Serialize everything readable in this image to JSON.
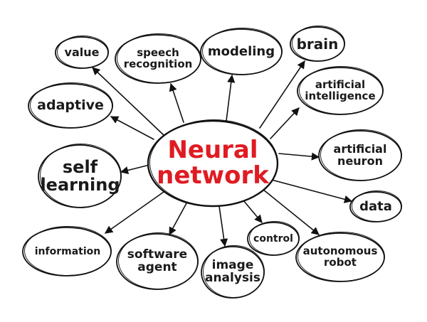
{
  "diagram": {
    "center": {
      "label": "Neural\nnetwork"
    },
    "nodes": [
      {
        "id": "value",
        "label": "value"
      },
      {
        "id": "speech-recognition",
        "label": "speech\nrecognition"
      },
      {
        "id": "modeling",
        "label": "modeling"
      },
      {
        "id": "brain",
        "label": "brain"
      },
      {
        "id": "adaptive",
        "label": "adaptive"
      },
      {
        "id": "artificial-intelligence",
        "label": "artificial\nintelligence"
      },
      {
        "id": "artificial-neuron",
        "label": "artificial\nneuron"
      },
      {
        "id": "self-learning",
        "label": "self\nlearning"
      },
      {
        "id": "data",
        "label": "data"
      },
      {
        "id": "information",
        "label": "information"
      },
      {
        "id": "software-agent",
        "label": "software\nagent"
      },
      {
        "id": "control",
        "label": "control"
      },
      {
        "id": "image-analysis",
        "label": "image\nanalysis"
      },
      {
        "id": "autonomous-robot",
        "label": "autonomous\nrobot"
      }
    ]
  },
  "colors": {
    "center_text": "#e01b22",
    "text": "#1a1a1a",
    "stroke": "#111111"
  }
}
